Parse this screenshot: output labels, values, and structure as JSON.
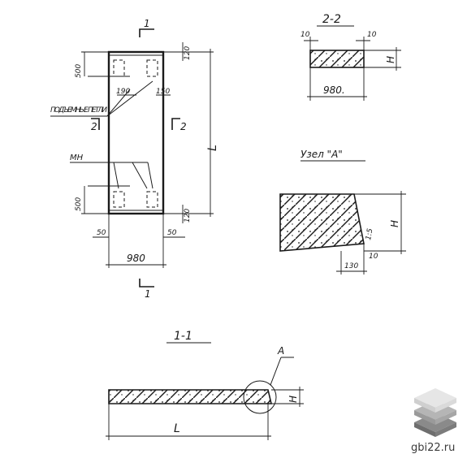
{
  "plan": {
    "section_mark_1": "1",
    "section_mark_1_bottom": "1",
    "section_mark_2_left": "2",
    "section_mark_2_right": "2",
    "dim_top_offset": "500",
    "dim_bottom_offset": "500",
    "dim_top_edge": "120",
    "dim_bottom_edge": "120",
    "dim_190": "190",
    "dim_150": "150",
    "dim_length": "L",
    "dim_left_50": "50",
    "dim_right_50": "50",
    "dim_width": "980",
    "label_loops": "ПОДЪЕМНЫЕ ПЕТЛИ",
    "label_mesh": "МН"
  },
  "section22": {
    "title": "2-2",
    "dim_left_10": "10",
    "dim_right_10": "10",
    "dim_height": "H",
    "dim_width": "980."
  },
  "node": {
    "title": "Узел \"А\"",
    "dim_height": "H",
    "dim_slope": "1:5",
    "dim_10": "10",
    "dim_130": "130"
  },
  "section11": {
    "title": "1-1",
    "callout": "А",
    "dim_height": "H",
    "dim_length": "L"
  },
  "watermark": {
    "text": "gbi22.ru",
    "logo_icon": "stacked-slabs-icon",
    "colors": {
      "top": "#e6e6e6",
      "mid": "#b5b5b5",
      "bottom": "#8a8a8a"
    }
  }
}
